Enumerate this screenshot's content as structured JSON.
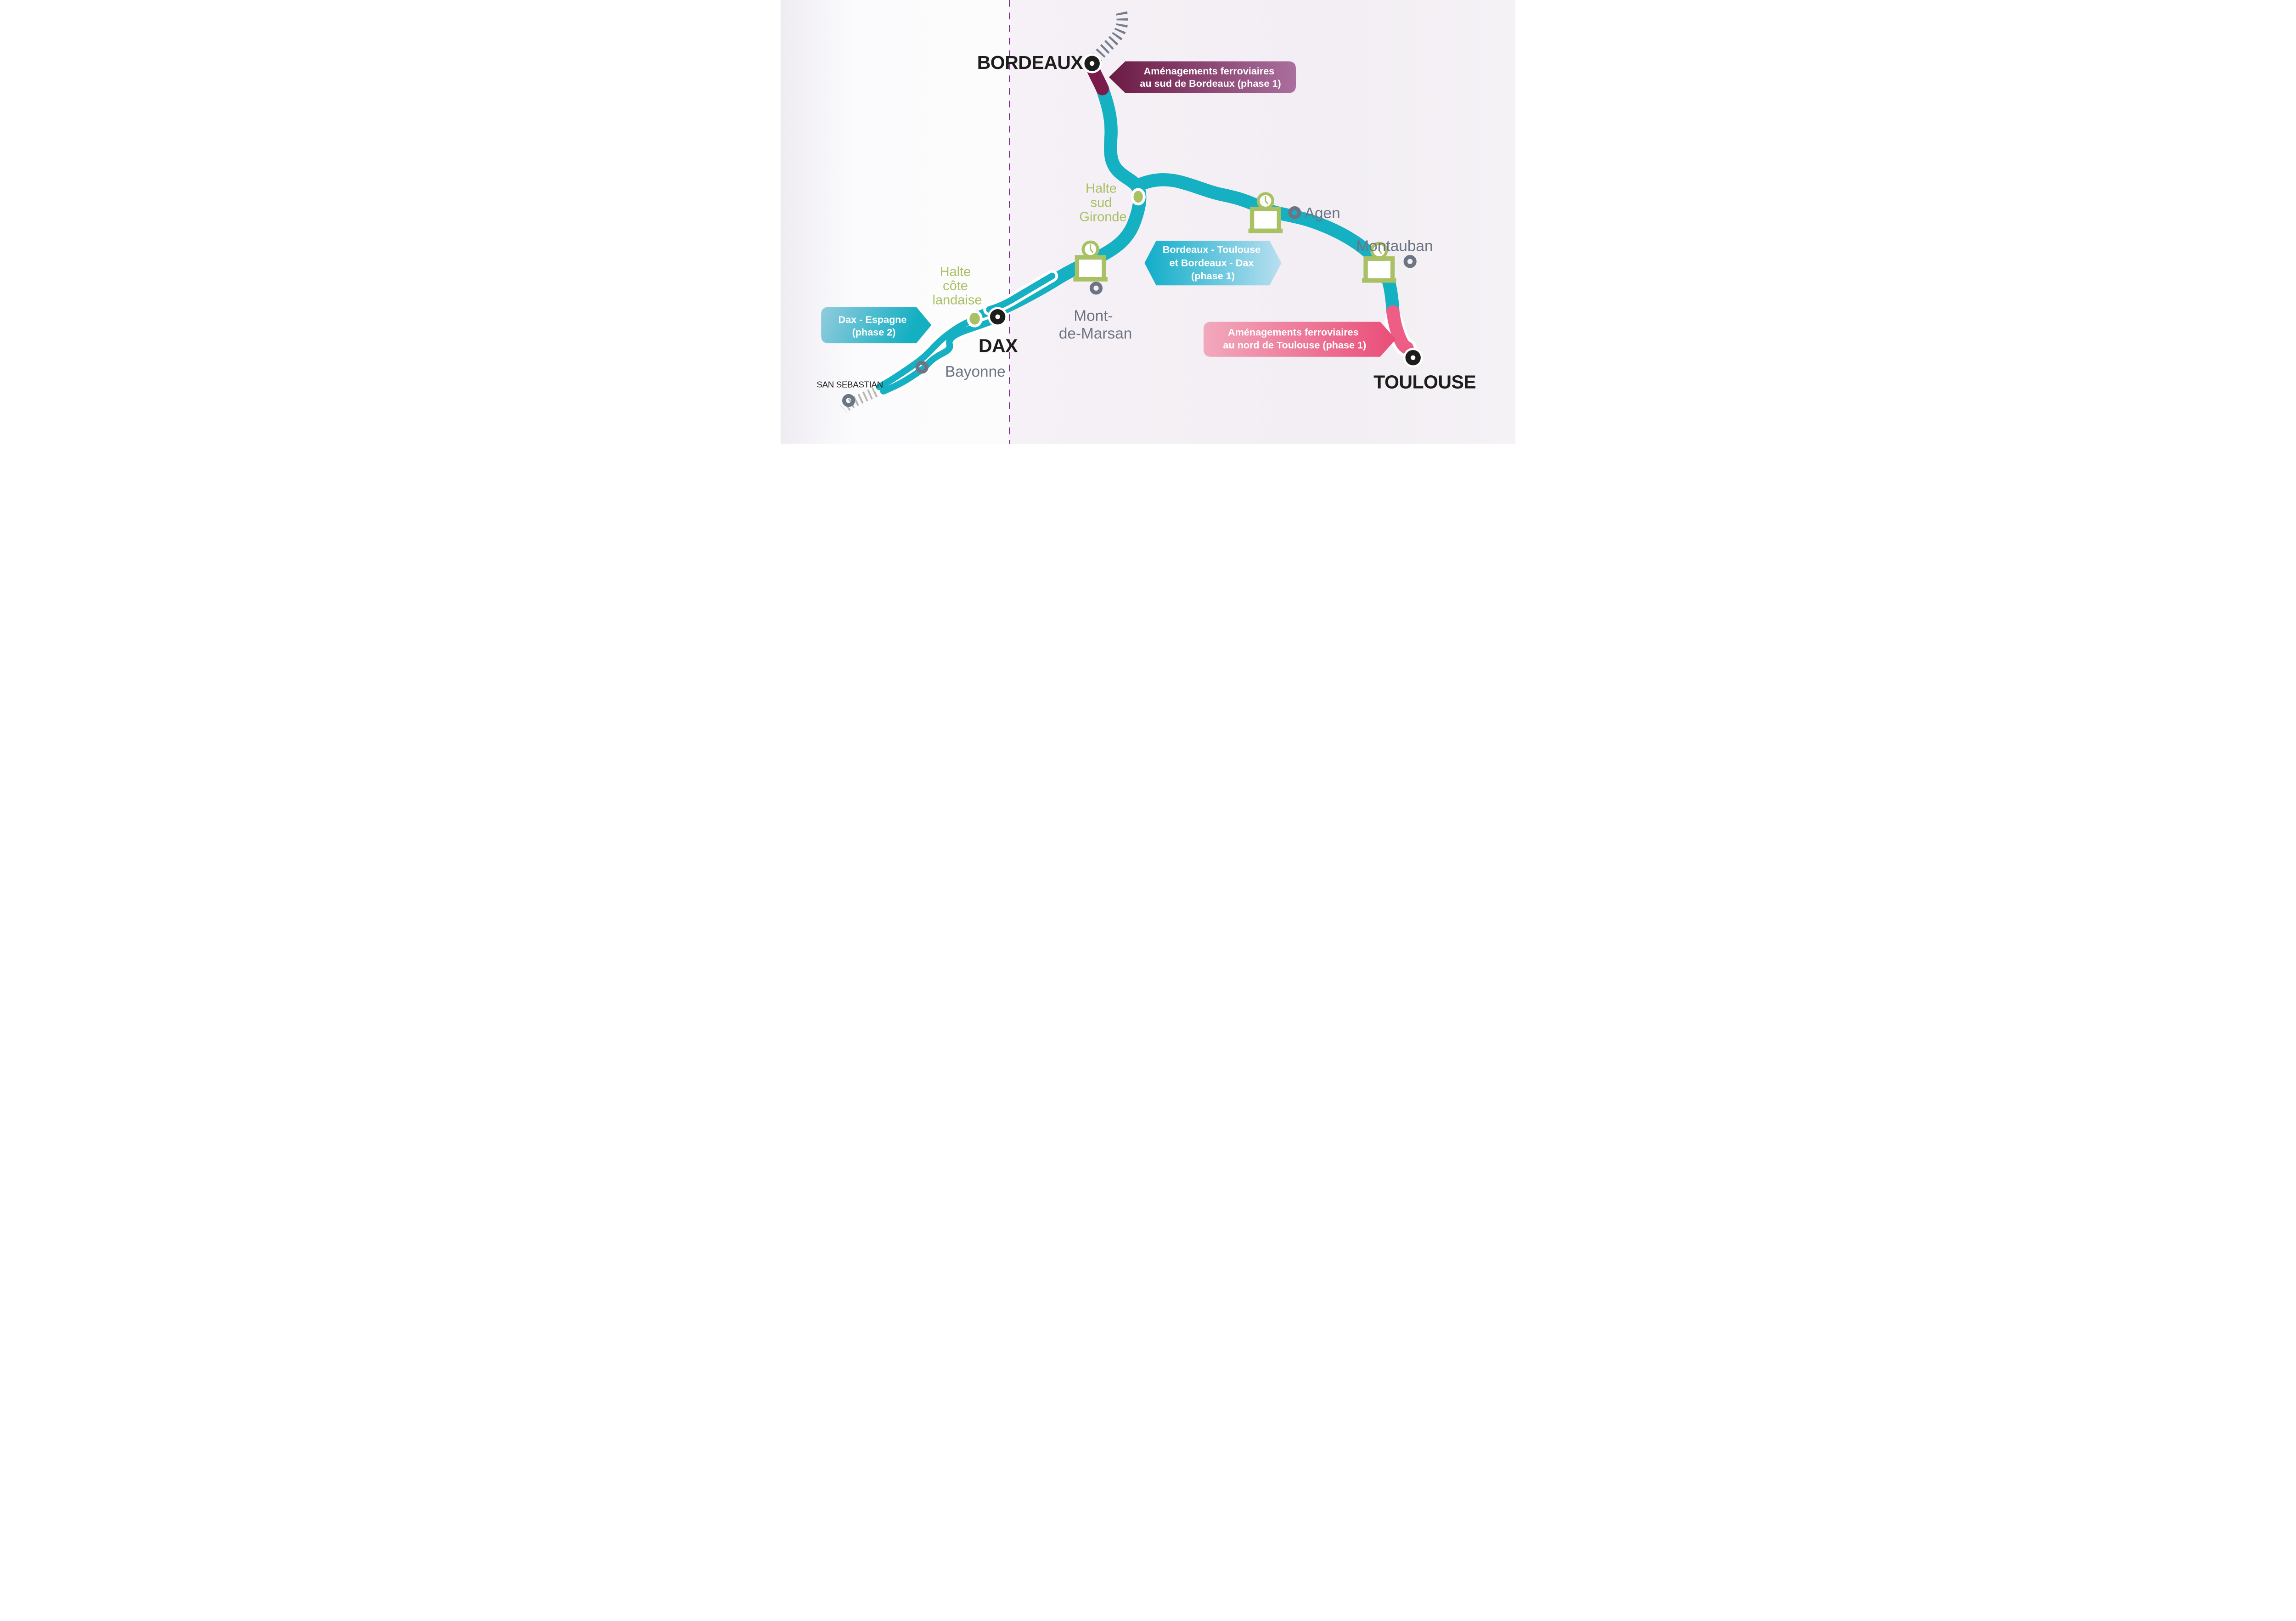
{
  "colors": {
    "route-teal": "#15b0c1",
    "route-magenta": "#7a1c4b",
    "route-pink": "#ee5d86",
    "olive": "#a9c063",
    "gray-label": "#6d7584",
    "ink": "#1d1d1b",
    "hatch-gray": "#737d8d",
    "hatch-light": "#b5b5b2",
    "dashed-purple": "#7b2d87",
    "casing": "#ffffff",
    "badge-text": "#ffffff",
    "badge1-dark": "#6b1b44",
    "badge1-light": "#aa6f9e",
    "badge2-dark": "#10adc9",
    "badge2-light": "#b9dff0",
    "badge3-dark": "#14b0c2",
    "badge3-light": "#8fcbdd",
    "badge4-dark": "#e94d78",
    "badge4-light": "#f2a9bd",
    "bg-left-outer": "#efecf2",
    "bg-left": "#fbfbfd",
    "bg-right": "#f3eff4"
  },
  "cities": {
    "bordeaux": "BORDEAUX",
    "dax": "DAX",
    "toulouse": "TOULOUSE",
    "agen": "Agen",
    "montauban": "Montauban",
    "mont_de_marsan": {
      "l1": "Mont-",
      "l2": "de-Marsan"
    },
    "bayonne": "Bayonne",
    "san_sebastian": "SAN SEBASTIAN"
  },
  "halts": {
    "sud_gironde": {
      "l1": "Halte",
      "l2": "sud",
      "l3": "Gironde"
    },
    "cote_landaise": {
      "l1": "Halte",
      "l2": "côte",
      "l3": "landaise"
    }
  },
  "badges": {
    "sud_bordeaux": {
      "l1": "Aménagements ferroviaires",
      "l2": "au sud de Bordeaux (phase 1)"
    },
    "bordeaux_toulouse": {
      "l1": "Bordeaux - Toulouse",
      "l2": "et Bordeaux - Dax",
      "l3": "(phase 1)"
    },
    "dax_espagne": {
      "l1": "Dax - Espagne",
      "l2": "(phase 2)"
    },
    "nord_toulouse": {
      "l1": "Aménagements ferroviaires",
      "l2": "au nord de Toulouse (phase 1)"
    }
  },
  "icons": {
    "station": "station-clock-icon",
    "terminus": "terminus-ring-marker",
    "city": "city-ring-marker",
    "halte": "halte-dot-marker",
    "construction": "hatched-track-icon",
    "border": "dashed-region-border"
  }
}
